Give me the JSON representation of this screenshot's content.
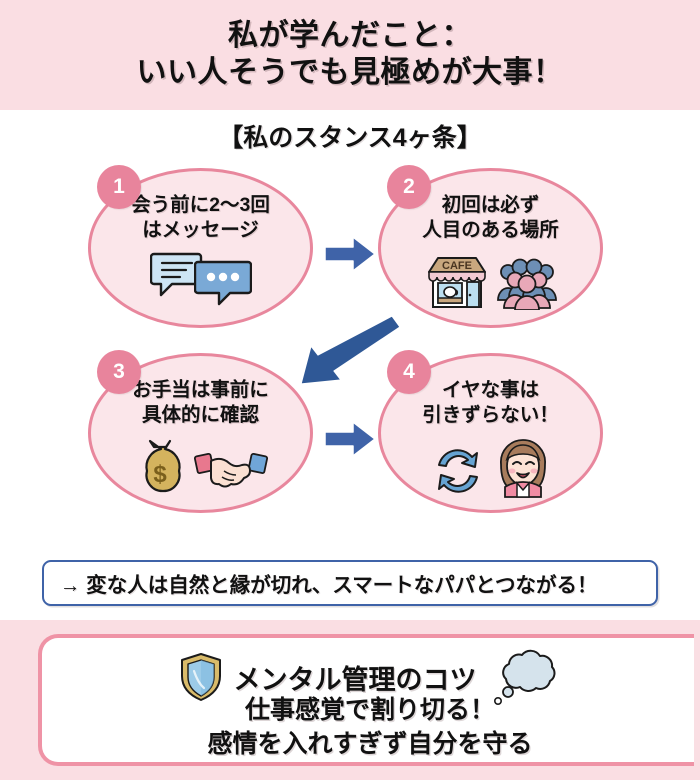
{
  "header": {
    "line1": "私が学んだこと：",
    "line2": "いい人そうでも見極めが大事！",
    "background_color": "#fadee3",
    "text_color": "#111111"
  },
  "subtitle": "【私のスタンス4ヶ条】",
  "bubbles": [
    {
      "number": "1",
      "line1": "会う前に2〜3回",
      "line2": "はメッセージ",
      "icons": [
        "chat-bubble-light-icon",
        "chat-bubble-blue-icon"
      ]
    },
    {
      "number": "2",
      "line1": "初回は必ず",
      "line2": "人目のある場所",
      "cafe_sign": "CAFE",
      "icons": [
        "cafe-storefront-icon",
        "people-group-icon"
      ]
    },
    {
      "number": "3",
      "line1": "お手当は事前に",
      "line2": "具体的に確認",
      "money_symbol": "$",
      "icons": [
        "money-bag-icon",
        "handshake-icon"
      ]
    },
    {
      "number": "4",
      "line1": "イヤな事は",
      "line2": "引きずらない！",
      "icons": [
        "refresh-cycle-icon",
        "smiling-woman-icon"
      ]
    }
  ],
  "arrows": [
    {
      "name": "arrow-step1-to-step2",
      "direction": "right"
    },
    {
      "name": "arrow-step2-to-step3",
      "direction": "down-left"
    },
    {
      "name": "arrow-step3-to-step4",
      "direction": "right"
    }
  ],
  "callout": {
    "text": "→ 変な人は自然と縁が切れ、スマートなパパとつながる！",
    "border_color": "#3f63a8"
  },
  "bottom": {
    "title": "メンタル管理のコツ",
    "line1": "仕事感覚で割り切る！",
    "line2": "感情を入れすぎず自分を守る",
    "icons": [
      "shield-icon",
      "thought-cloud-icon"
    ],
    "band_color": "#fadee3",
    "card_border_color": "#ef93a6"
  },
  "colors": {
    "pink_light": "#fbe6ea",
    "pink_border": "#e8879d",
    "pink_badge": "#e8849c",
    "blue_arrow": "#3f63a8",
    "blue_accent": "#6699cc"
  }
}
